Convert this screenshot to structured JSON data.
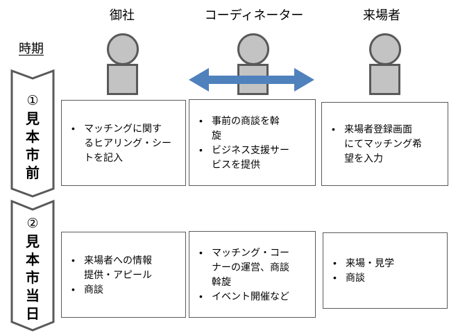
{
  "ui": {
    "bullet": "•"
  },
  "colors": {
    "arrow_blue": "#4f81bd",
    "person_fill": "#c3c3c3",
    "person_border": "#595959",
    "box_border": "#595959"
  },
  "icons": {
    "person_icon": "head-circle over body-square, gray",
    "double_arrow_icon": "blue left-right double arrow"
  },
  "header": {
    "period_label": "時期",
    "columns": [
      {
        "label": "御社"
      },
      {
        "label": "コーディネーター"
      },
      {
        "label": "来場者"
      }
    ]
  },
  "banners": [
    {
      "label": "①見本市前",
      "chars": [
        "①",
        "見",
        "本",
        "市",
        "前"
      ]
    },
    {
      "label": "②見本市当日",
      "chars": [
        "②",
        "見",
        "本",
        "市",
        "当",
        "日"
      ]
    }
  ],
  "rows": [
    {
      "name": "見本市前",
      "boxes": [
        {
          "column": "御社",
          "bullets": [
            "マッチングに関す\nるヒアリング・シー\nトを記入"
          ]
        },
        {
          "column": "コーディネーター",
          "bullets": [
            "事前の商談を斡\n旋",
            "ビジネス支援サー\nビスを提供"
          ]
        },
        {
          "column": "来場者",
          "bullets": [
            "来場者登録画面\nにてマッチング希\n望を入力"
          ]
        }
      ]
    },
    {
      "name": "見本市当日",
      "boxes": [
        {
          "column": "御社",
          "bullets": [
            "来場者への情報\n提供・アピール",
            "商談"
          ]
        },
        {
          "column": "コーディネーター",
          "bullets": [
            "マッチング・コー\nナーの運営、商談\n斡旋",
            "イベント開催など"
          ]
        },
        {
          "column": "来場者",
          "bullets": [
            "来場・見学",
            "商談"
          ]
        }
      ]
    }
  ]
}
